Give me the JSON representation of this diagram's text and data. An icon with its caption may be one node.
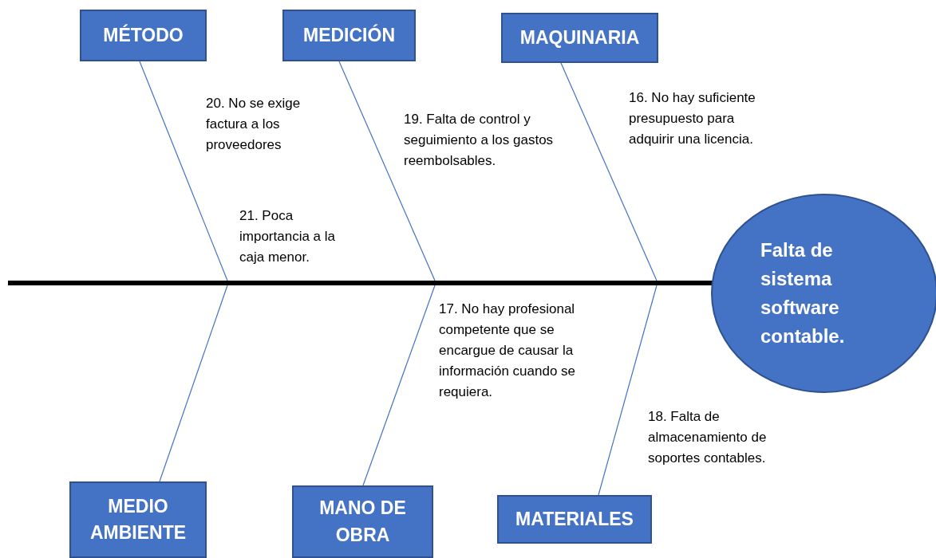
{
  "diagram": {
    "nodes": [
      {
        "text": [
          "MÉTODO"
        ]
      },
      {
        "text": [
          "MEDICIÓN"
        ]
      },
      {
        "text": [
          "MAQUINARIA"
        ]
      },
      {
        "text": [],
        "shape": "bar"
      },
      {
        "text": [
          "Falta de sistema software contable."
        ]
      },
      {
        "text": [
          "MEDIO AMBIENTE"
        ]
      },
      {
        "text": [
          "MANO DE OBRA"
        ]
      },
      {
        "text": [
          "MATERIALES"
        ]
      }
    ],
    "edges": [
      {
        "from": 0,
        "to": 3,
        "arrow": "none"
      },
      {
        "from": 1,
        "to": 3,
        "arrow": "none"
      },
      {
        "from": 2,
        "to": 3,
        "arrow": "none"
      },
      {
        "from": 5,
        "to": 3,
        "arrow": "none"
      },
      {
        "from": 6,
        "to": 3,
        "arrow": "none"
      },
      {
        "from": 7,
        "to": 3,
        "arrow": "none"
      }
    ],
    "labels": [
      "20. No se exige factura a los proveedores",
      "19. Falta de control y seguimiento a los gastos reembolsables.",
      "16. No hay suficiente presupuesto para adquirir una licencia.",
      "21. Poca importancia a la caja menor.",
      "17. No hay profesional competente que se encargue de causar la información cuando se requiera.",
      "18. Falta de almacenamiento de soportes contables."
    ]
  }
}
